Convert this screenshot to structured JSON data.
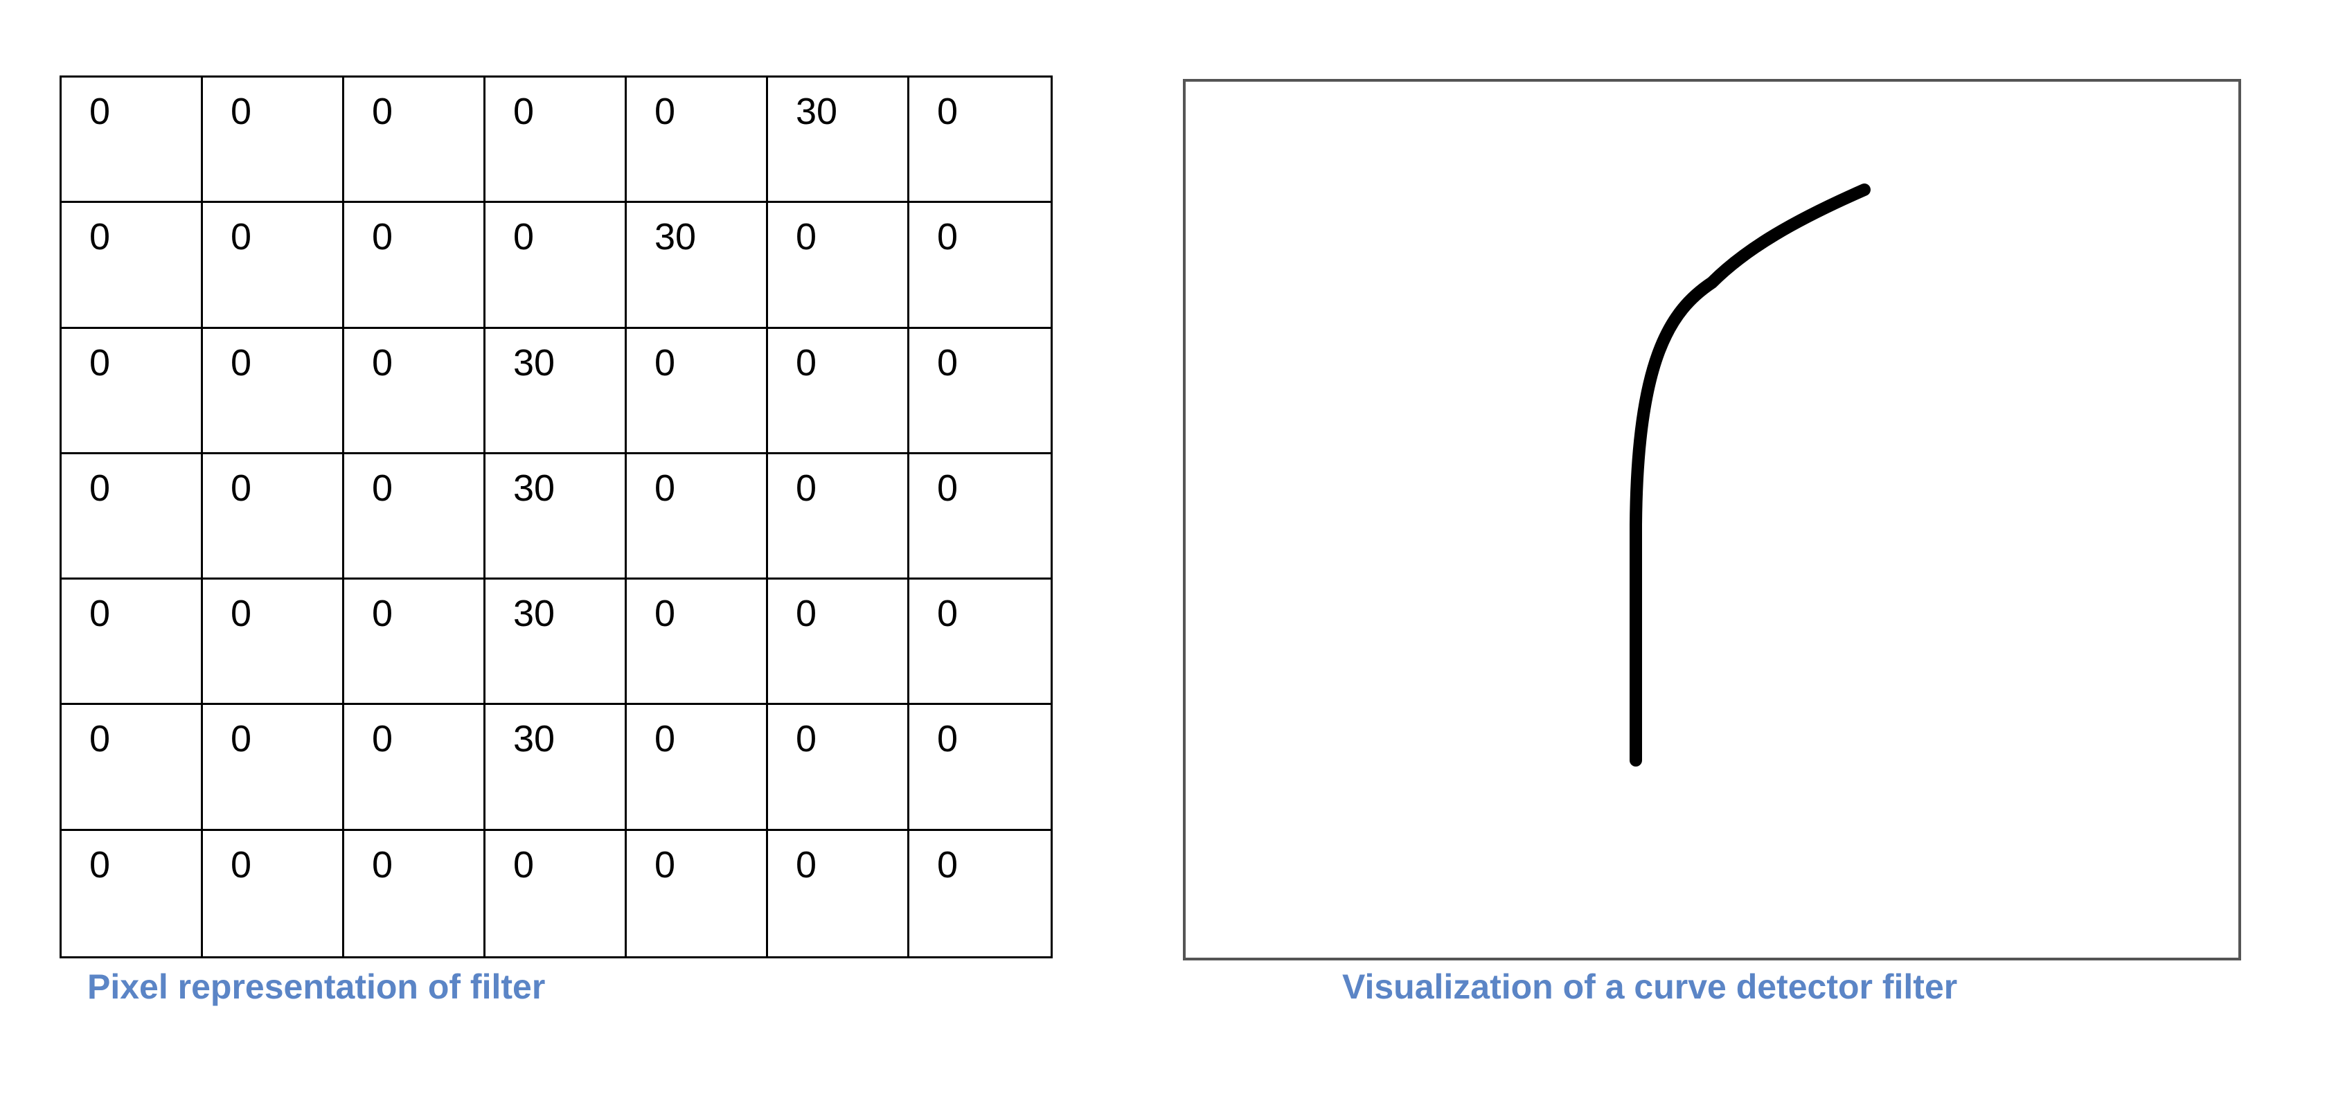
{
  "filter_grid": {
    "rows": [
      [
        "0",
        "0",
        "0",
        "0",
        "0",
        "30",
        "0"
      ],
      [
        "0",
        "0",
        "0",
        "0",
        "30",
        "0",
        "0"
      ],
      [
        "0",
        "0",
        "0",
        "30",
        "0",
        "0",
        "0"
      ],
      [
        "0",
        "0",
        "0",
        "30",
        "0",
        "0",
        "0"
      ],
      [
        "0",
        "0",
        "0",
        "30",
        "0",
        "0",
        "0"
      ],
      [
        "0",
        "0",
        "0",
        "30",
        "0",
        "0",
        "0"
      ],
      [
        "0",
        "0",
        "0",
        "0",
        "0",
        "0",
        "0"
      ]
    ],
    "caption": "Pixel representation  of filter"
  },
  "visualization": {
    "caption": "Visualization of a curve detector  filter",
    "curve_color": "#000000"
  },
  "colors": {
    "caption": "#5b85c6",
    "grid_line": "#000000",
    "panel_border": "#555555"
  }
}
